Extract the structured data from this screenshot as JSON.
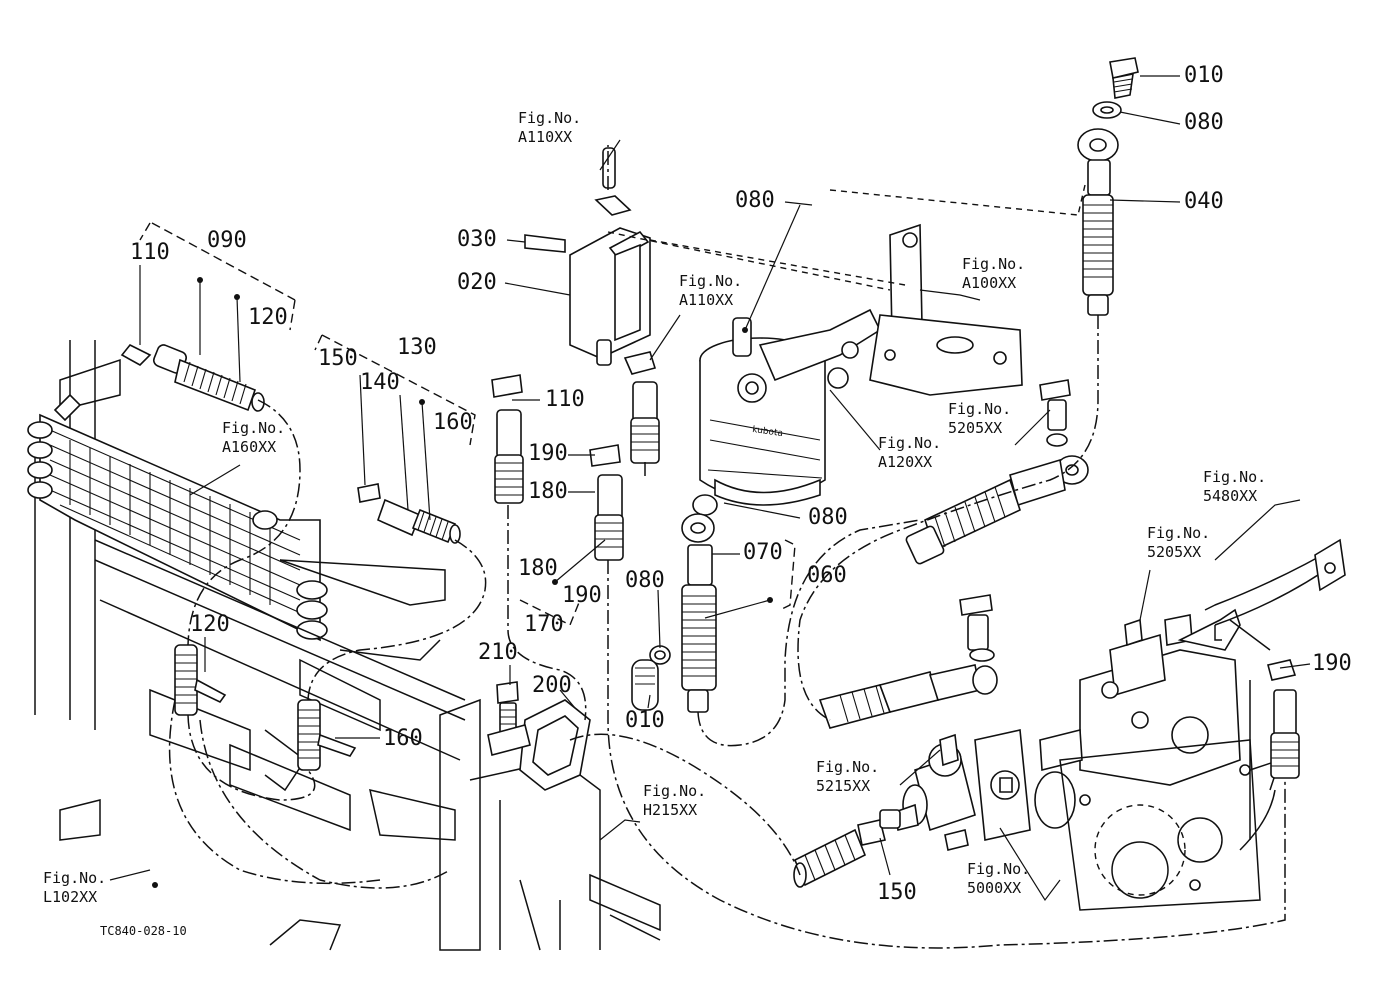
{
  "callouts": {
    "c010a": "010",
    "c080a": "080",
    "c040": "040",
    "c080b": "080",
    "c030": "030",
    "c020": "020",
    "c110a": "110",
    "c090": "090",
    "c120a": "120",
    "c110b": "110",
    "c190a": "190",
    "c180a": "180",
    "c150a": "150",
    "c130": "130",
    "c140": "140",
    "c160a": "160",
    "c180b": "180",
    "c190b": "190",
    "c170": "170",
    "c080c": "080",
    "c070": "070",
    "c080d": "080",
    "c060": "060",
    "c010b": "010",
    "c210": "210",
    "c200": "200",
    "c120b": "120",
    "c160b": "160",
    "c150b": "150",
    "c190c": "190"
  },
  "figrefs": {
    "fig_a110_top": {
      "line1": "Fig.No.",
      "line2": "A110XX"
    },
    "fig_a110_mid": {
      "line1": "Fig.No.",
      "line2": "A110XX"
    },
    "fig_a100": {
      "line1": "Fig.No.",
      "line2": "A100XX"
    },
    "fig_5205_a": {
      "line1": "Fig.No.",
      "line2": "5205XX"
    },
    "fig_a120": {
      "line1": "Fig.No.",
      "line2": "A120XX"
    },
    "fig_5480": {
      "line1": "Fig.No.",
      "line2": "5480XX"
    },
    "fig_5205_b": {
      "line1": "Fig.No.",
      "line2": "5205XX"
    },
    "fig_a160": {
      "line1": "Fig.No.",
      "line2": "A160XX"
    },
    "fig_h215": {
      "line1": "Fig.No.",
      "line2": "H215XX"
    },
    "fig_5215": {
      "line1": "Fig.No.",
      "line2": "5215XX"
    },
    "fig_5000": {
      "line1": "Fig.No.",
      "line2": "5000XX"
    },
    "fig_l102": {
      "line1": "Fig.No.",
      "line2": "L102XX"
    }
  },
  "drawing_id": "TC840-028-10",
  "filter_brand": "kubota",
  "colors": {
    "ink": "#111111",
    "paper": "#ffffff"
  }
}
